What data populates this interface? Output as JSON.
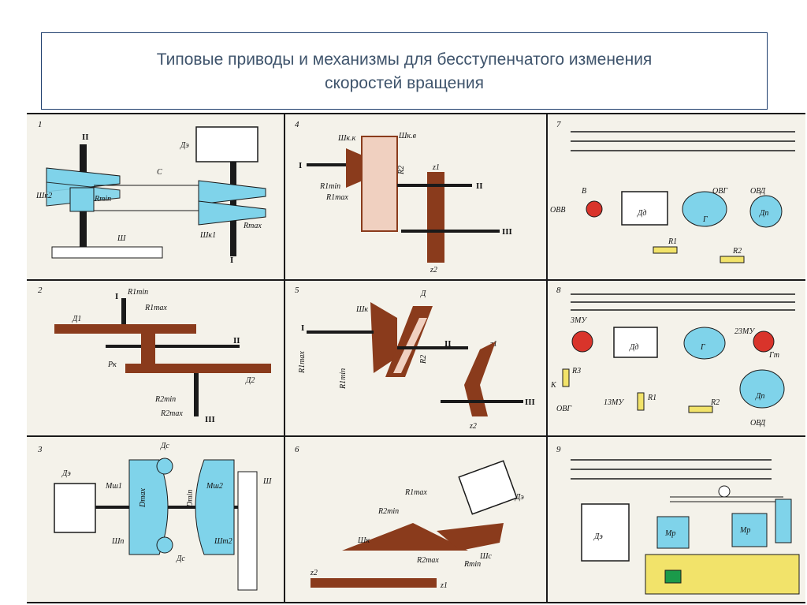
{
  "title": {
    "line1": "Типовые приводы и механизмы для бесступенчатого изменения",
    "line2": "скоростей вращения"
  },
  "colors": {
    "brown": "#8a3b1c",
    "cyan": "#7fd3ea",
    "red": "#d9342b",
    "yellow": "#f2e36a",
    "line": "#1a1a1a"
  },
  "panels": [
    {
      "number": "1",
      "labels": {
        "roman_top": "II",
        "d_motor": "Дэ",
        "shk2": "Шк2",
        "shk1": "Шк1",
        "c": "С",
        "rmin": "Rmin",
        "rmax": "Rmax",
        "sh": "Ш",
        "roman_bottom": "I"
      }
    },
    {
      "number": "2",
      "labels": {
        "roman_top": "I",
        "r1min": "R1min",
        "r1max": "R1max",
        "d1": "Д1",
        "d2": "Д2",
        "rk": "Рк",
        "roman_mid": "II",
        "r2min": "R2min",
        "r2max": "R2max",
        "roman_bottom": "III"
      }
    },
    {
      "number": "3",
      "labels": {
        "de": "Дэ",
        "msh1": "Мш1",
        "msh2": "Мш2",
        "dc_top": "Дс",
        "dc_bottom": "Дс",
        "dmax": "Dmax",
        "dmin": "Dmin",
        "shp": "Шп",
        "sht2": "Шт2",
        "sh": "Ш"
      }
    },
    {
      "number": "4",
      "labels": {
        "shkk": "Шк.к",
        "shkv": "Шк.в",
        "roman_1": "I",
        "r1min": "R1min",
        "r1max": "R1max",
        "r2": "R2",
        "z1": "z1",
        "roman_2": "II",
        "roman_3": "III",
        "z2": "z2"
      }
    },
    {
      "number": "5",
      "labels": {
        "shk": "Шк",
        "d": "Д",
        "roman_1": "I",
        "r1max": "R1max",
        "r1min": "R1min",
        "r2": "R2",
        "roman_2": "II",
        "z1": "z1",
        "roman_3": "III",
        "z2": "z2"
      }
    },
    {
      "number": "6",
      "labels": {
        "de": "Дэ",
        "r1max": "R1max",
        "r2min": "R2min",
        "shk": "Шк",
        "shc": "Шс",
        "r2max": "R2max",
        "rmin": "Rmin",
        "z2": "z2",
        "z1": "z1"
      }
    },
    {
      "number": "7",
      "labels": {
        "ovv": "ОВВ",
        "v": "В",
        "dd": "Дд",
        "g": "Г",
        "dp": "Дп",
        "ovg": "ОВГ",
        "ovd": "ОВД",
        "r1": "R1",
        "r2": "R2"
      }
    },
    {
      "number": "8",
      "labels": {
        "emu3": "3МУ",
        "dd": "Дд",
        "g": "Г",
        "emu23": "23МУ",
        "gt": "Гт",
        "r3": "R3",
        "k": "К",
        "ovg": "ОВГ",
        "emu13": "13МУ",
        "r1": "R1",
        "r2": "R2",
        "dp": "Дп",
        "ovd": "ОВД"
      }
    },
    {
      "number": "9",
      "labels": {
        "de": "Дэ",
        "mr1": "Мр",
        "mr2": "Мр"
      }
    }
  ]
}
